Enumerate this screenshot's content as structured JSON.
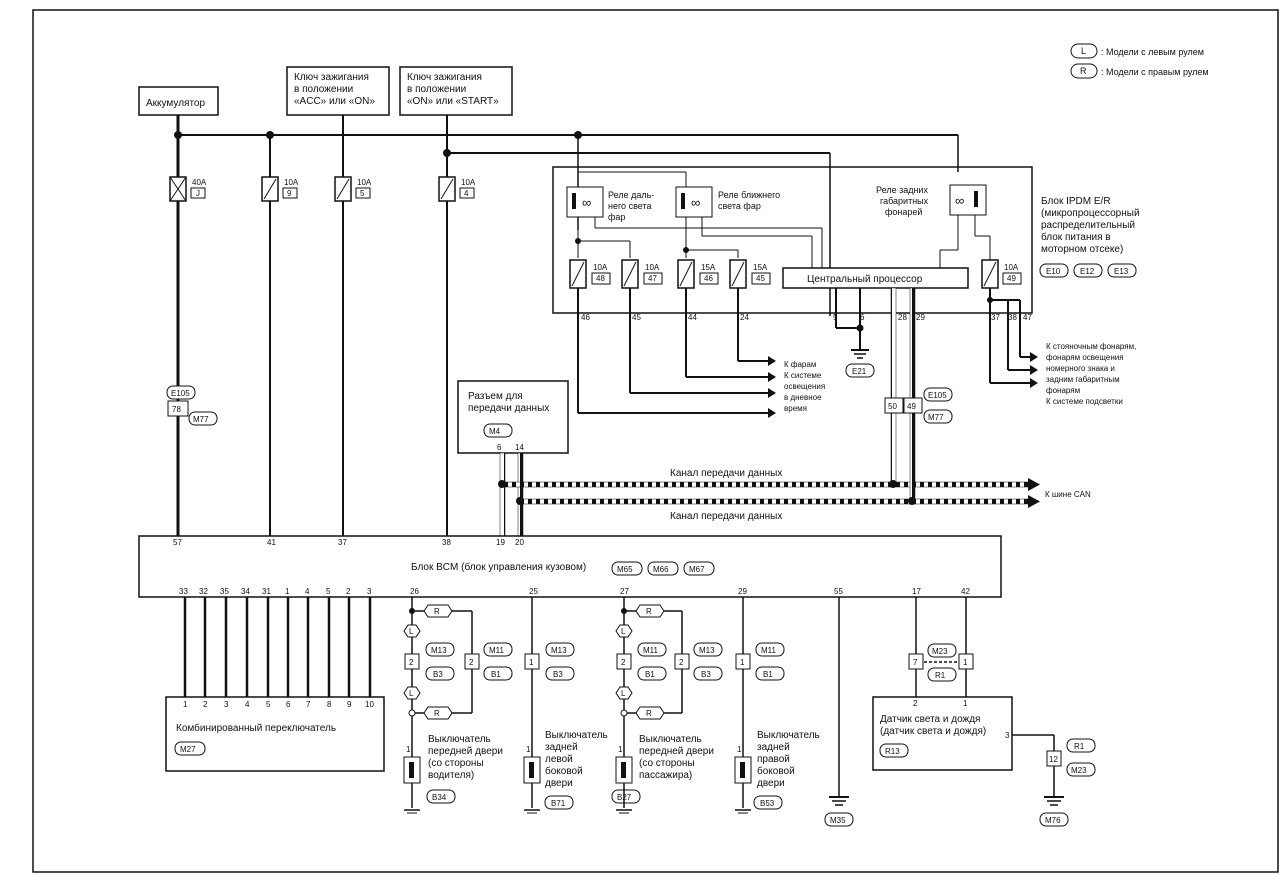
{
  "legend": {
    "left_tag": "L",
    "left_text": ": Модели с левым рулем",
    "right_tag": "R",
    "right_text": ": Модели с правым рулем"
  },
  "sources": {
    "battery": "Аккумулятор",
    "ign_acc": [
      "Ключ зажигания",
      "в положении",
      "«ACC» или «ON»"
    ],
    "ign_start": [
      "Ключ зажигания",
      "в положении",
      "«ON» или «START»"
    ]
  },
  "fuses_top": [
    {
      "amp": "40A",
      "num": "J"
    },
    {
      "amp": "10A",
      "num": "9"
    },
    {
      "amp": "10A",
      "num": "5"
    },
    {
      "amp": "10A",
      "num": "4"
    }
  ],
  "ipdm": {
    "title": [
      "Блок IPDM E/R",
      "(микропроцессорный",
      "распределительный",
      "блок питания в",
      "моторном отсеке)"
    ],
    "connectors": [
      "E10",
      "E12",
      "E13"
    ],
    "relay_high": [
      "Реле даль-",
      "него света",
      "фар"
    ],
    "relay_low": [
      "Реле ближнего",
      "света фар"
    ],
    "relay_tail": [
      "Реле задних",
      "габаритных",
      "фонарей"
    ],
    "cpu": "Центральный процессор",
    "fuses": [
      {
        "amp": "10A",
        "num": "48"
      },
      {
        "amp": "10A",
        "num": "47"
      },
      {
        "amp": "15A",
        "num": "46"
      },
      {
        "amp": "15A",
        "num": "45"
      },
      {
        "amp": "10A",
        "num": "49"
      }
    ],
    "pins": [
      "46",
      "45",
      "44",
      "24",
      "5",
      "6",
      "28",
      "29",
      "37",
      "38",
      "47"
    ],
    "ground": "E21"
  },
  "outputs_left": [
    "К фарам",
    "К системе",
    "освещения",
    "в дневное",
    "время"
  ],
  "outputs_right": [
    "К стояночным фонарям,",
    "фонарям освещения",
    "номерного знака и",
    "задним габаритным",
    "фонарям",
    "К системе подсветки"
  ],
  "harness": {
    "top_conn": "E105",
    "num": "78",
    "bottom_conn": "M77",
    "can_num_a": "50",
    "can_num_b": "49",
    "can_top": "E105",
    "can_bottom": "M77"
  },
  "dlc": {
    "title": [
      "Разъем для",
      "передачи данных"
    ],
    "conn": "M4",
    "pins": [
      "6",
      "14"
    ]
  },
  "can": {
    "upper": "Канал передачи данных",
    "lower": "Канал передачи данных",
    "bus": "К шине CAN"
  },
  "bcm": {
    "title": "Блок BCM (блок управления кузовом)",
    "conns": [
      "M65",
      "M66",
      "M67"
    ],
    "top_pins": [
      "57",
      "41",
      "37",
      "38",
      "19",
      "20"
    ],
    "bottom_pins": [
      "33",
      "32",
      "35",
      "34",
      "31",
      "1",
      "4",
      "5",
      "2",
      "3",
      "26",
      "25",
      "27",
      "29",
      "55",
      "17",
      "42"
    ]
  },
  "combo": {
    "title": "Комбинированный переключатель",
    "conn": "M27",
    "pins": [
      "1",
      "2",
      "3",
      "4",
      "5",
      "6",
      "7",
      "8",
      "9",
      "10"
    ]
  },
  "switches": [
    {
      "label": [
        "Выключатель",
        "передней двери",
        "(со стороны",
        "водителя)"
      ],
      "conn": "B34"
    },
    {
      "label": [
        "Выключатель",
        "задней",
        "левой",
        "боковой",
        "двери"
      ],
      "conn": "B71"
    },
    {
      "label": [
        "Выключатель",
        "передней двери",
        "(со стороны",
        "пассажира)"
      ],
      "conn": "B27"
    },
    {
      "label": [
        "Выключатель",
        "задней",
        "правой",
        "боковой",
        "двери"
      ],
      "conn": "B53"
    }
  ],
  "switch_conns": {
    "s1": {
      "l_top": "M13",
      "l_bot": "B3",
      "r_top": "M11",
      "r_bot": "B1",
      "num_l": "2",
      "num_r": "2"
    },
    "s2": {
      "top": "M13",
      "bot": "B3",
      "num": "1"
    },
    "s3": {
      "l_top": "M11",
      "l_bot": "B1",
      "r_top": "M13",
      "r_bot": "B3",
      "num_l": "2",
      "num_r": "2"
    },
    "s4": {
      "top": "M11",
      "bot": "B1",
      "num": "1"
    }
  },
  "ground_m35": "M35",
  "sensor": {
    "title": [
      "Датчик света и дождя",
      "(датчик света и дождя)"
    ],
    "conn": "R13",
    "pin_a": "2",
    "pin_b": "1",
    "pin_c": "3",
    "num_a": "7",
    "num_b": "1",
    "conn_top": "M23",
    "conn_bot": "R1",
    "gnd_num": "12",
    "gnd_top": "R1",
    "gnd_bot": "M23",
    "ground": "M76"
  }
}
